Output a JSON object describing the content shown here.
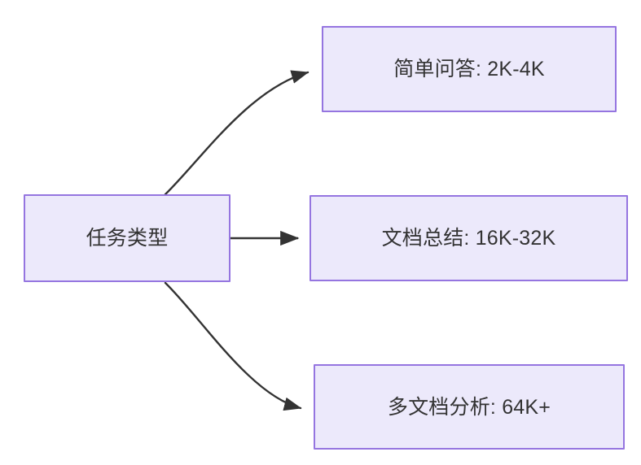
{
  "diagram": {
    "type": "flowchart",
    "direction": "left-to-right",
    "background_color": "#ffffff",
    "node_fill_color": "#ece9fb",
    "node_border_color": "#9575e0",
    "node_text_color": "#333333",
    "edge_color": "#333333",
    "nodes": [
      {
        "id": "source",
        "label": "任务类型",
        "role": "root"
      },
      {
        "id": "simple_qa",
        "label": "简单问答: 2K-4K",
        "role": "leaf"
      },
      {
        "id": "doc_summary",
        "label": "文档总结: 16K-32K",
        "role": "leaf"
      },
      {
        "id": "multi_doc",
        "label": "多文档分析: 64K+",
        "role": "leaf"
      }
    ],
    "edges": [
      {
        "id": "edge-source-simple-qa",
        "from": "source",
        "to": "simple_qa",
        "style": "curved",
        "arrow": "arrowhead-icon"
      },
      {
        "id": "edge-source-doc-summary",
        "from": "source",
        "to": "doc_summary",
        "style": "straight",
        "arrow": "arrowhead-icon"
      },
      {
        "id": "edge-source-multi-doc",
        "from": "source",
        "to": "multi_doc",
        "style": "curved",
        "arrow": "arrowhead-icon"
      }
    ]
  }
}
